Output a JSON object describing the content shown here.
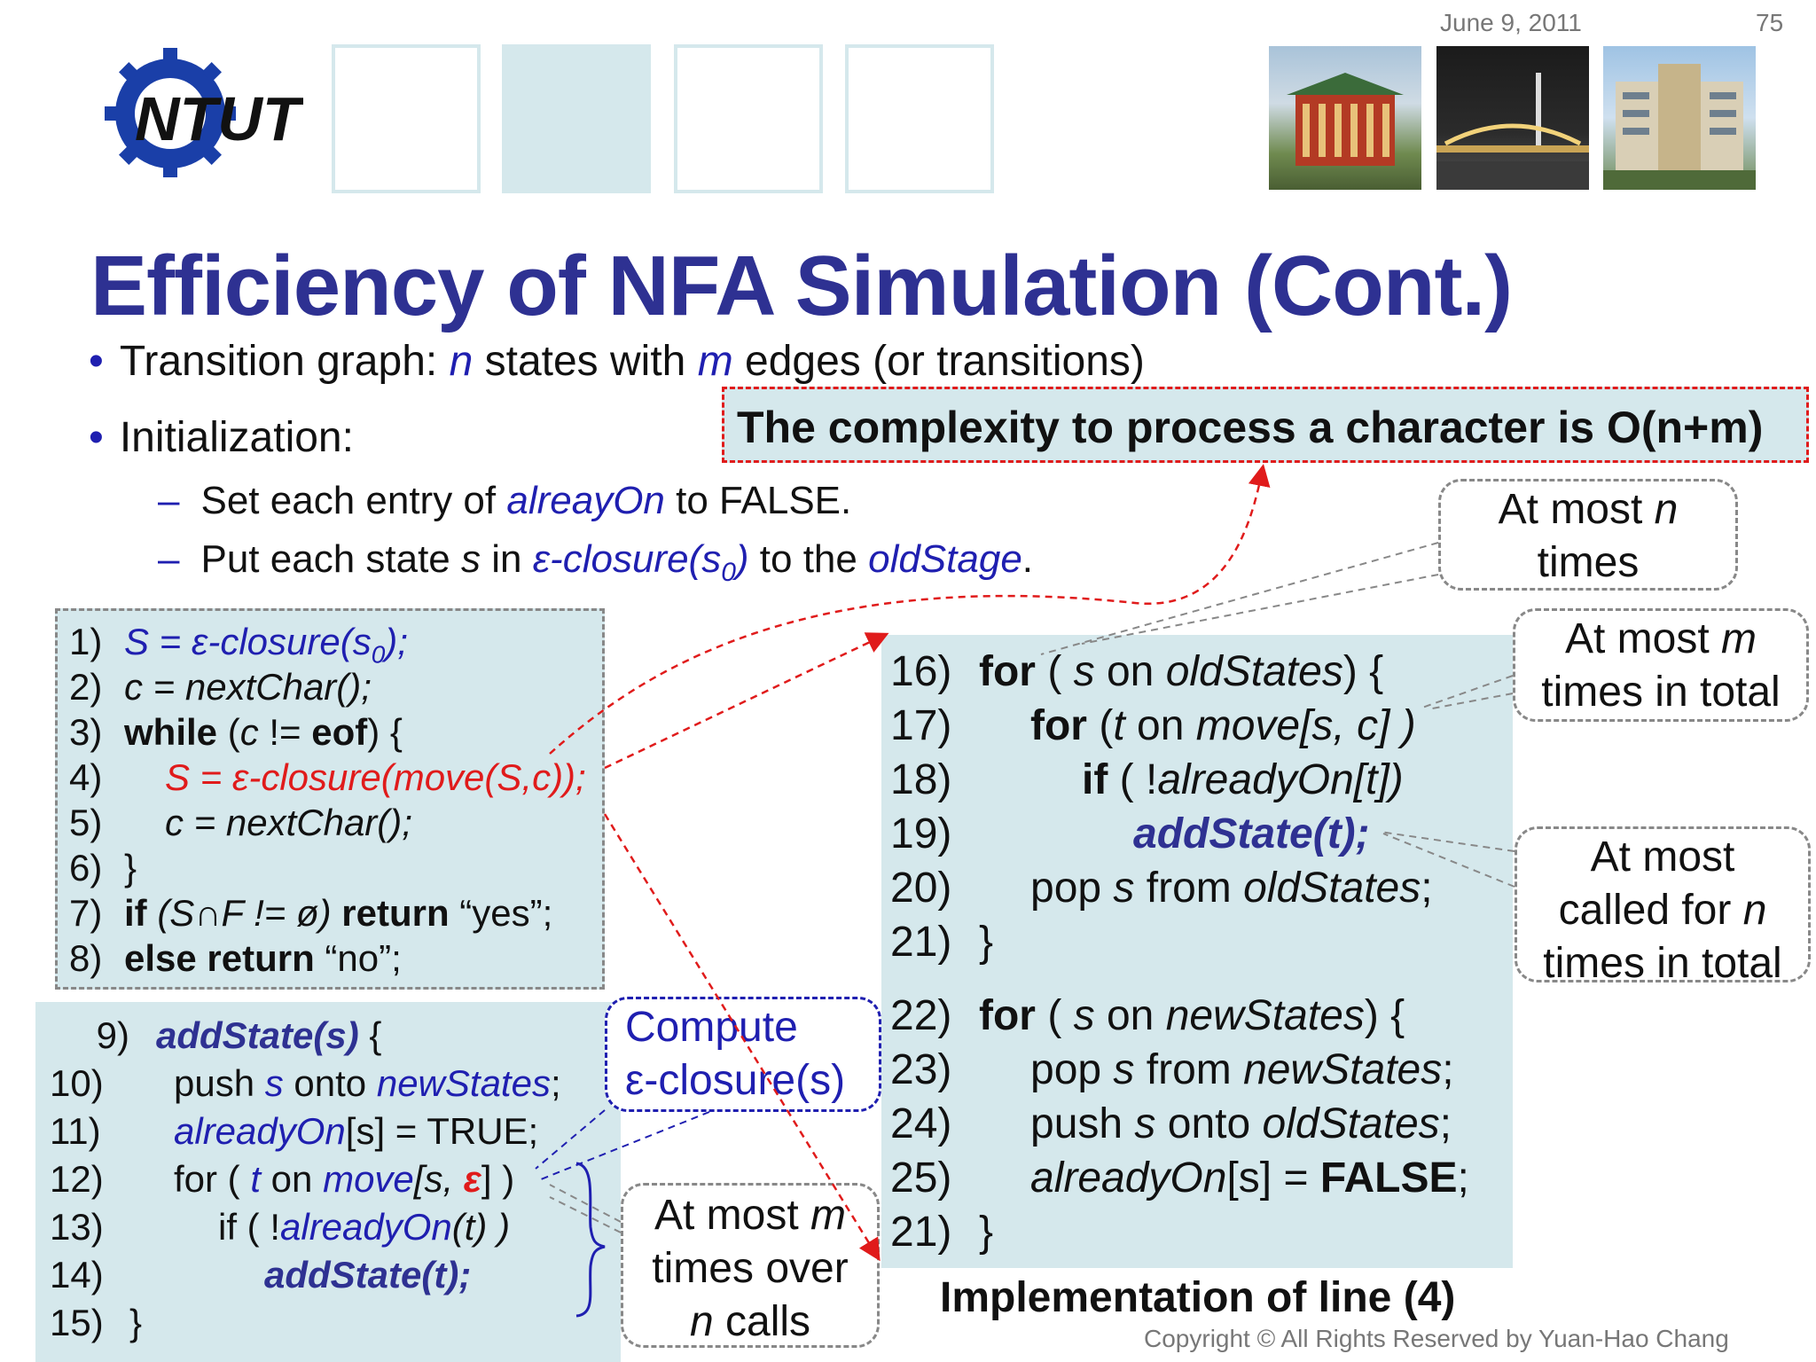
{
  "header": {
    "date": "June 9, 2011",
    "page_number": "75",
    "logo_text": "NTUT"
  },
  "title": "Efficiency of NFA Simulation (Cont.)",
  "bullets": {
    "b1_pre": "Transition graph: ",
    "b1_n": "n",
    "b1_mid": " states with ",
    "b1_m": "m",
    "b1_post": " edges (or transitions)",
    "b2": "Initialization:",
    "s1_pre": "Set each entry of ",
    "s1_var": "alreayOn",
    "s1_post": " to FALSE.",
    "s2_pre": "Put each state ",
    "s2_s": "s",
    "s2_mid": " in ",
    "s2_eps": "ε-closure(s",
    "s2_sub": "0",
    "s2_close": ")",
    "s2_to": " to the ",
    "s2_var": "oldStage",
    "s2_end": "."
  },
  "complexity_box": "The complexity to process a character is O(n+m)",
  "code_main": {
    "l1n": "1)",
    "l1": "S = ε-closure(s",
    "l1sub": "0",
    "l1end": ");",
    "l2n": "2)",
    "l2": "c = nextChar();",
    "l3n": "3)",
    "l3kw": "while",
    "l3a": " (",
    "l3c": "c",
    "l3b": " != ",
    "l3eof": "eof",
    "l3end": ") {",
    "l4n": "4)",
    "l4": "S = ε-closure(move(S,c));",
    "l5n": "5)",
    "l5": "c = nextChar();",
    "l6n": "6)",
    "l6": "}",
    "l7n": "7)",
    "l7kw": "if",
    "l7a": " (S∩F != ø) ",
    "l7ret": "return",
    "l7str": " “yes”;",
    "l8n": "8)",
    "l8kw": "else return",
    "l8str": " “no”;"
  },
  "code_add": {
    "l9n": "9)",
    "l9fn": "addState(s)",
    "l9end": " {",
    "l10n": "10)",
    "l10a": "push ",
    "l10s": "s",
    "l10b": " onto ",
    "l10v": "newStates",
    "l10end": ";",
    "l11n": "11)",
    "l11v": "alreadyOn",
    "l11end": "[s] = TRUE;",
    "l12n": "12)",
    "l12a": "for ( ",
    "l12t": "t",
    "l12b": " on ",
    "l12v": "move",
    "l12c": "[s, ",
    "l12eps": "ε",
    "l12end": "] )",
    "l13n": "13)",
    "l13a": "if ( !",
    "l13v": "alreadyOn",
    "l13end": "(t) )",
    "l14n": "14)",
    "l14": "addState(t);",
    "l15n": "15)",
    "l15": "}"
  },
  "code_impl": {
    "l16n": "16)",
    "l16kw": "for",
    "l16a": " ( ",
    "l16s": "s",
    "l16b": " on ",
    "l16v": "oldStates",
    "l16end": ") {",
    "l17n": "17)",
    "l17kw": "for",
    "l17a": " (",
    "l17t": "t",
    "l17b": " on ",
    "l17v": "move",
    "l17end": "[s, c] )",
    "l18n": "18)",
    "l18kw": "if",
    "l18a": " ( !",
    "l18v": "alreadyOn",
    "l18end": "[t])",
    "l19n": "19)",
    "l19": "addState(t);",
    "l20n": "20)",
    "l20a": "pop ",
    "l20s": "s",
    "l20b": " from ",
    "l20v": "oldStates",
    "l20end": ";",
    "l21n": "21)",
    "l21": "}",
    "l22n": "22)",
    "l22kw": "for",
    "l22a": " ( ",
    "l22s": "s",
    "l22b": " on ",
    "l22v": "newStates",
    "l22end": ") {",
    "l23n": "23)",
    "l23a": "pop ",
    "l23s": "s",
    "l23b": " from ",
    "l23v": "newStates",
    "l23end": ";",
    "l24n": "24)",
    "l24a": "push ",
    "l24s": "s",
    "l24b": " onto ",
    "l24v": "oldStates",
    "l24end": ";",
    "l25n": "25)",
    "l25v": "alreadyOn",
    "l25a": "[s] = ",
    "l25kw": "FALSE",
    "l25end": ";",
    "l21bn": "21)",
    "l21b": "}"
  },
  "callouts": {
    "at_most_n_1": "At most ",
    "at_most_n_2": "n",
    "at_most_n_3": "times",
    "at_most_m_1": "At most ",
    "at_most_m_2": "m",
    "at_most_m_3": "times in total",
    "called_1": "At most",
    "called_2": "called for ",
    "called_n": "n",
    "called_3": "times in total",
    "compute_1": "Compute",
    "compute_2": "ε-closure(s)",
    "over_1": "At most ",
    "over_m": "m",
    "over_2": "times over",
    "over_n": "n",
    "over_3": " calls"
  },
  "caption": "Implementation of line (4)",
  "copyright": "Copyright © All Rights Reserved by Yuan-Hao Chang"
}
